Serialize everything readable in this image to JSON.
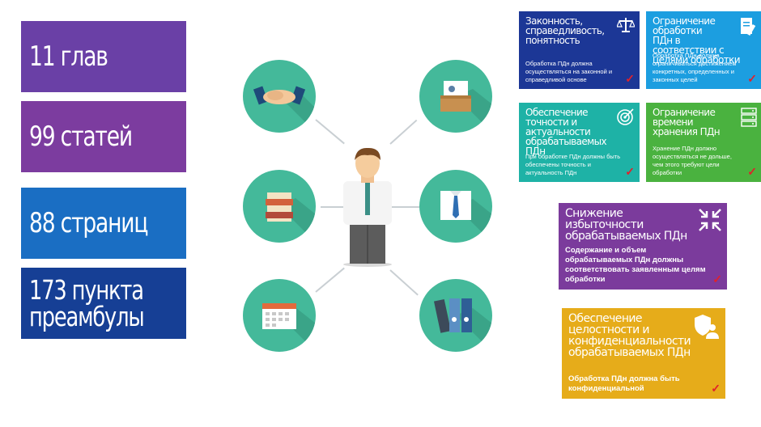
{
  "stats": [
    {
      "text": "11 глав",
      "color": "#6a40a6"
    },
    {
      "text": "99 статей",
      "color": "#7c3c9f"
    },
    {
      "text": "88 страниц",
      "color": "#1a6ec3"
    },
    {
      "text": "173 пункта\nпреамбулы",
      "color": "#163f95"
    }
  ],
  "icons": {
    "left": [
      "handshake-icon",
      "books-icon",
      "calendar-icon"
    ],
    "right": [
      "id-card-icon",
      "shirt-tie-icon",
      "binders-icon"
    ],
    "center": "person-icon",
    "circle_color": "#44b99a"
  },
  "cards": [
    {
      "title": "Законность,\nсправедливость,\nпонятность",
      "desc": "Обработка ПДн должна осуществляться на законной и справедливой основе",
      "icon": "scales-icon",
      "color": "#1c3796"
    },
    {
      "title": "Ограничение обработки\nПДн в соответствии с\nцелями обработки",
      "desc": "Обработка ПДн должна ограничиваться достижением конкретных, определенных и законных целей",
      "icon": "document-pen-icon",
      "color": "#1c9ee0"
    },
    {
      "title": "Обеспечение точности и\nактуальности\nобрабатываемых ПДн",
      "desc": "При обработке ПДн должны быть обеспечены точность и актуальность ПДн",
      "icon": "target-icon",
      "color": "#1eb2a6"
    },
    {
      "title": "Ограничение времени\nхранения ПДн",
      "desc": "Хранение ПДн должно осуществляться не дольше, чем этого требуют цели обработки",
      "icon": "server-icon",
      "color": "#4ab23f"
    },
    {
      "title": "Снижение избыточности\nобрабатываемых ПДн",
      "desc": "Содержание и объем обрабатываемых ПДн должны соответствовать заявленным целям обработки",
      "icon": "compress-arrows-icon",
      "color": "#7b3b9c"
    },
    {
      "title": "Обеспечение\nцелостности и\nконфиденциальности\nобрабатываемых ПДн",
      "desc": "Обработка ПДн должна быть конфиденциальной",
      "icon": "shield-user-icon",
      "color": "#e6ac1a"
    }
  ],
  "check_glyph": "✓",
  "accent_check": "#e0212b"
}
